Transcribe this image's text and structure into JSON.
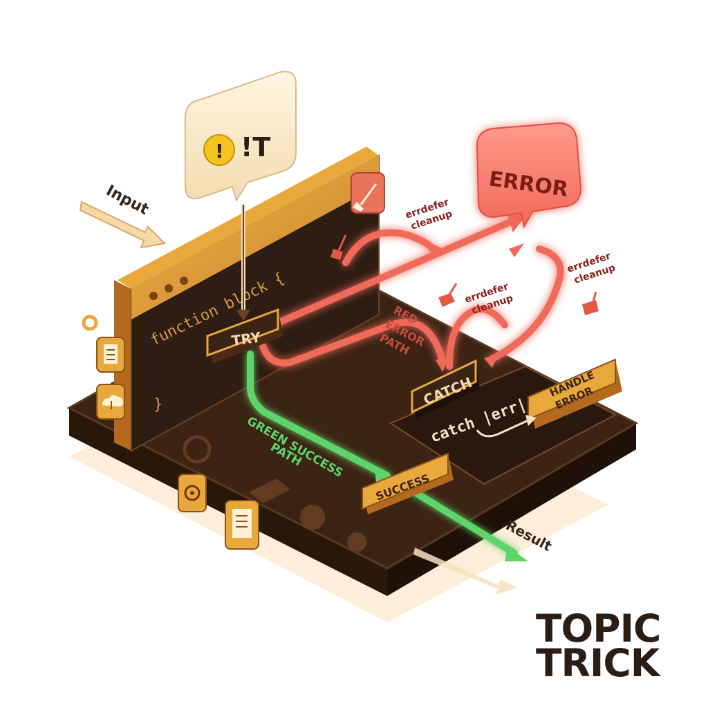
{
  "bubble": {
    "text": "!T",
    "icon": "warning-icon"
  },
  "input_label": "Input",
  "error_bubble": "ERROR",
  "code": {
    "dots": "• • •",
    "header": "function block {",
    "closing": "}"
  },
  "try_label": "TRY",
  "catch_label": "CATCH",
  "handle_error_line1": "HANDLE",
  "handle_error_line2": "ERROR",
  "success_label": "SUCCESS",
  "catch_code": "catch |err|",
  "result_label": "Result",
  "green_path_line1": "GREEN SUCCESS",
  "green_path_line2": "PATH",
  "red_path_line1": "RED",
  "red_path_line2": "ERROR",
  "red_path_line3": "PATH",
  "errdefer_labels": [
    {
      "line1": "errdefer",
      "line2": "cleanup"
    },
    {
      "line1": "errdefer",
      "line2": "cleanup"
    },
    {
      "line1": "errdefer",
      "line2": "cleanup"
    }
  ],
  "brand": {
    "line1": "TOPIC",
    "line2": "TRICK"
  },
  "colors": {
    "platform": "#3b2414",
    "platform_edge": "#5a3820",
    "panel_orange": "#e6a23c",
    "dark_panel": "#2e1d12",
    "error_red": "#f06a5a",
    "success_green": "#5fd46a",
    "tag_orange": "#e9a83c"
  },
  "icons": [
    "broom-icon",
    "document-icon",
    "cloud-upload-icon",
    "gear-icon",
    "file-icon",
    "dustpan-icon"
  ]
}
